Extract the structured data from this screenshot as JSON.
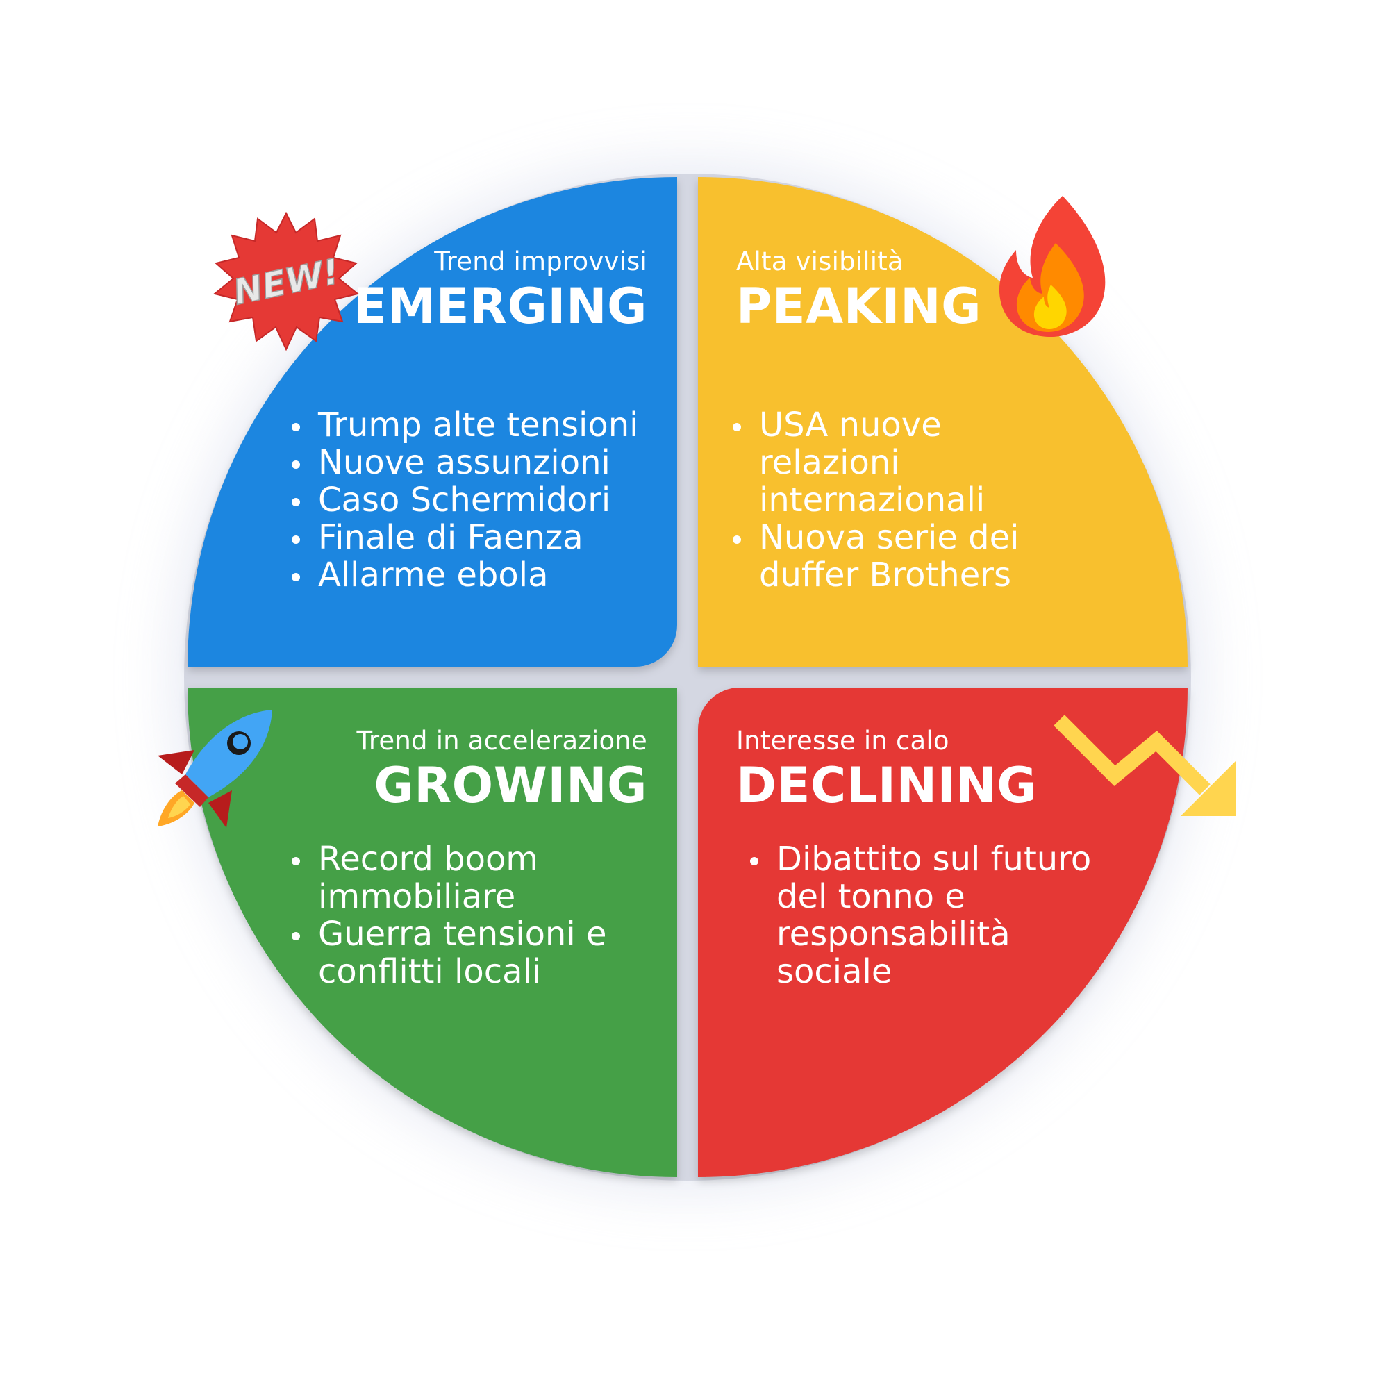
{
  "colors": {
    "emerging": "#1F86E0",
    "peaking": "#F8C02E",
    "growing": "#44A047",
    "declining": "#E53935",
    "background": "#FFFFFF"
  },
  "quadrants": {
    "emerging": {
      "subtitle": "Trend improvvisi",
      "title": "EMERGING",
      "items": [
        "Trump alte tensioni",
        "Nuove assunzioni",
        "Caso Schermidori",
        "Finale di Faenza",
        "Allarme ebola"
      ],
      "icon": "new-badge-icon",
      "badge_text": "NEW!"
    },
    "peaking": {
      "subtitle": "Alta visibilità",
      "title": "PEAKING",
      "items": [
        "USA nuove relazioni internazionali",
        "Nuova serie dei duffer Brothers"
      ],
      "icon": "fire-icon"
    },
    "growing": {
      "subtitle": "Trend in accelerazione",
      "title": "GROWING",
      "items": [
        "Record boom immobiliare",
        "Guerra tensioni e conflitti locali"
      ],
      "icon": "rocket-icon"
    },
    "declining": {
      "subtitle": "Interesse in calo",
      "title": "DECLINING",
      "items": [
        "Dibattito sul futuro del tonno e responsabilità sociale"
      ],
      "icon": "trend-down-arrow-icon"
    }
  }
}
